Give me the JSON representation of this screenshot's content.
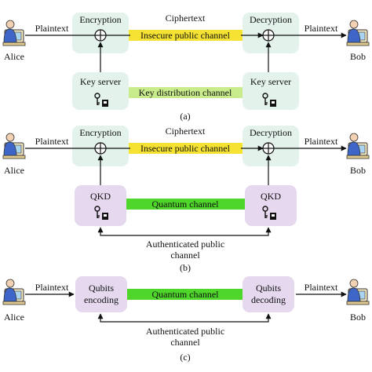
{
  "labels": {
    "alice": "Alice",
    "bob": "Bob",
    "plaintext": "Plaintext",
    "ciphertext": "Ciphertext",
    "encryption": "Encryption",
    "decryption": "Decryption",
    "insecure_channel": "Insecure public channel",
    "key_server": "Key server",
    "key_distribution_channel": "Key distribution channel",
    "qkd": "QKD",
    "quantum_channel": "Quantum channel",
    "authenticated_line1": "Authenticated public",
    "authenticated_line2": "channel",
    "qubits_encoding_line1": "Qubits",
    "qubits_encoding_line2": "encoding",
    "qubits_decoding_line1": "Qubits",
    "qubits_decoding_line2": "decoding"
  },
  "captions": {
    "a": "(a)",
    "b": "(b)",
    "c": "(c)"
  },
  "colors": {
    "green_box": "#e3f3ec",
    "purple_box": "#e5d8ef",
    "yellow_channel": "#f6e233",
    "green_channel": "#4fd62a",
    "light_green_channel": "#c8ec8c",
    "stroke": "#111111"
  }
}
